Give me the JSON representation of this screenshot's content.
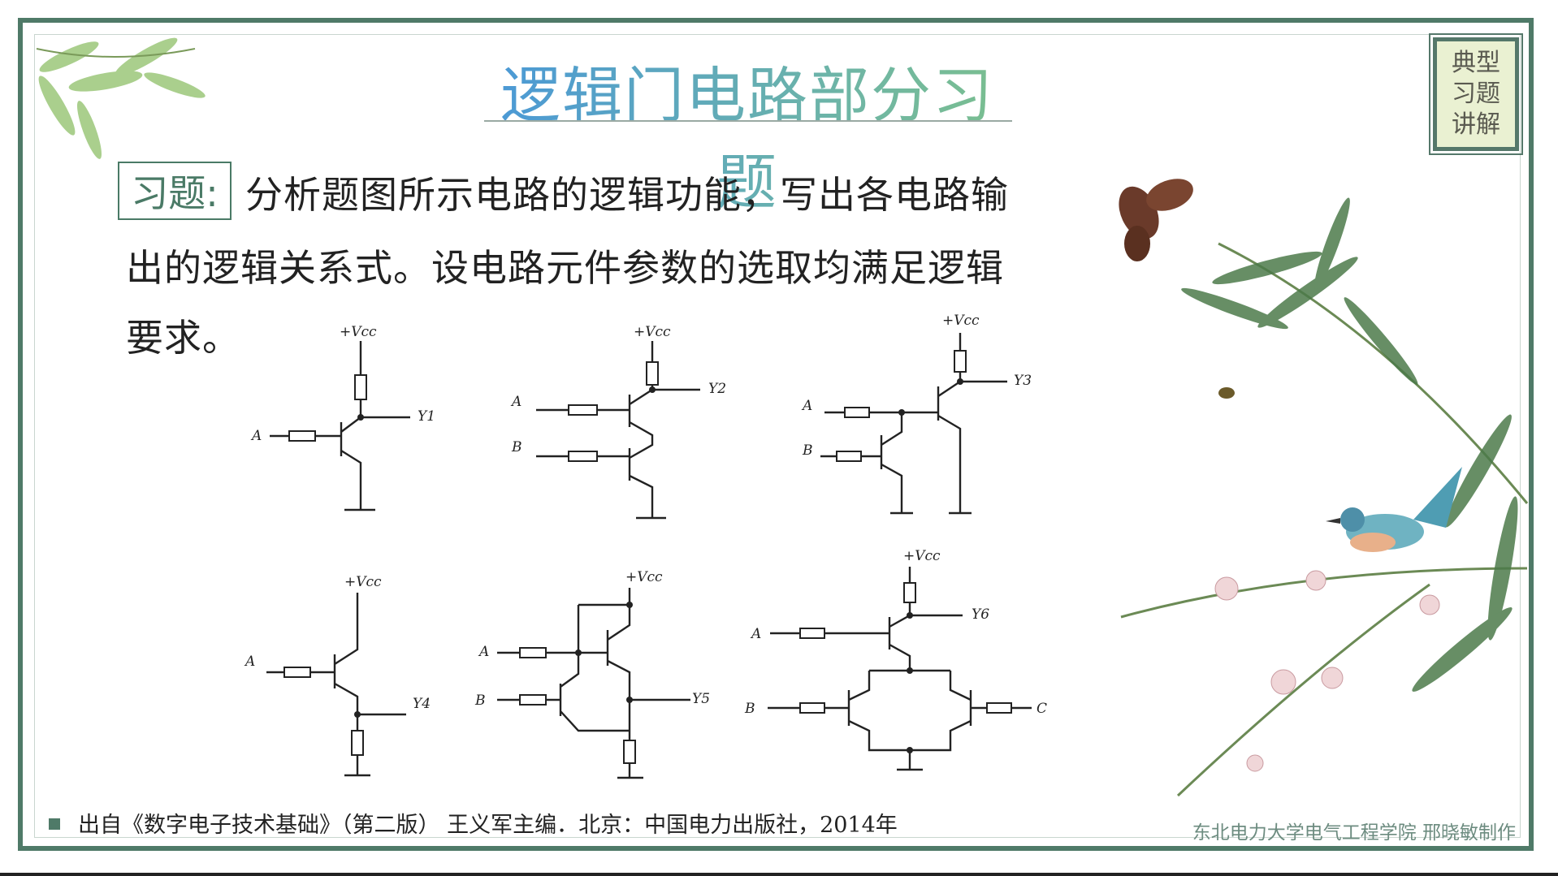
{
  "title": "逻辑门电路部分习题",
  "badge": {
    "line1": "典型",
    "line2": "习题",
    "line3": "讲解"
  },
  "problem": {
    "tag": "习题:",
    "line1": "分析题图所示电路的逻辑功能，写出各电路输",
    "line2": "出的逻辑关系式。设电路元件参数的选取均满足逻辑",
    "line3": "要求。"
  },
  "circuits": {
    "vcc": "+Vcc",
    "c1": {
      "in_a": "A",
      "out": "Y1"
    },
    "c2": {
      "in_a": "A",
      "in_b": "B",
      "out": "Y2"
    },
    "c3": {
      "in_a": "A",
      "in_b": "B",
      "out": "Y3"
    },
    "c4": {
      "in_a": "A",
      "out": "Y4"
    },
    "c5": {
      "in_a": "A",
      "in_b": "B",
      "out": "Y5"
    },
    "c6": {
      "in_a": "A",
      "in_b": "B",
      "in_c": "C",
      "out": "Y6"
    }
  },
  "footer": {
    "source": "出自《数字电子技术基础》（第二版） 王义军主编．北京：中国电力出版社，2014年"
  },
  "credit": "东北电力大学电气工程学院 邢晓敏制作",
  "colors": {
    "frame": "#4f7a68",
    "title_start": "#4a98d8",
    "title_end": "#7bbf8e",
    "badge_bg": "#eaf1d2"
  }
}
